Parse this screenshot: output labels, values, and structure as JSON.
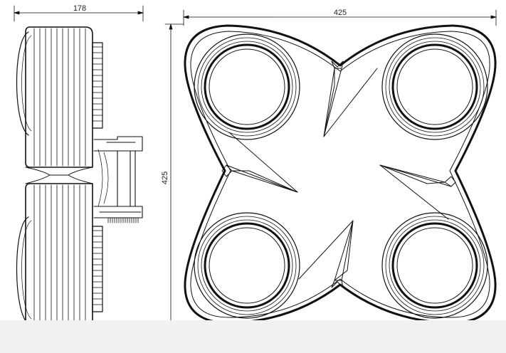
{
  "drawing": {
    "side_view_width_label": "178",
    "top_view_width_label": "425",
    "top_view_height_label": "425"
  },
  "colors": {
    "line": "#111111",
    "background": "#ffffff",
    "footer_band": "#f1f1f1"
  }
}
